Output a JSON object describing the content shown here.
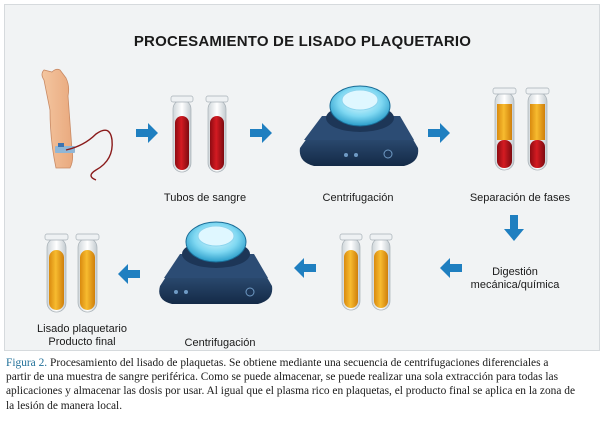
{
  "title": "PROCESAMIENTO DE LISADO PLAQUETARIO",
  "steps": {
    "tubos_sangre": "Tubos de sangre",
    "centrifugacion_1": "Centrifugación",
    "separacion": "Separación de fases",
    "digestion_l1": "Digestión",
    "digestion_l2": "mecánica/química",
    "centrifugacion_2": "Centrifugación",
    "lisado_l1": "Lisado plaquetario",
    "lisado_l2": "Producto final"
  },
  "caption": {
    "figure_label": "Figura 2.",
    "line1": "Procesamiento del lisado de plaquetas. Se obtiene mediante una secuencia de centrifugaciones diferenciales a",
    "line2": "partir de una muestra de sangre periférica. Como se puede almacenar, se puede realizar una sola extracción para todas las",
    "line3": "aplicaciones y almacenar las dosis por usar. Al igual que el plasma rico en plaquetas, el producto final se aplica en la zona de",
    "line4": "la lesión de manera local."
  },
  "colors": {
    "arrow": "#1f7fc0",
    "blood": "#c0141c",
    "plasma": "#f2a81d",
    "caption_label": "#1f6f98"
  }
}
